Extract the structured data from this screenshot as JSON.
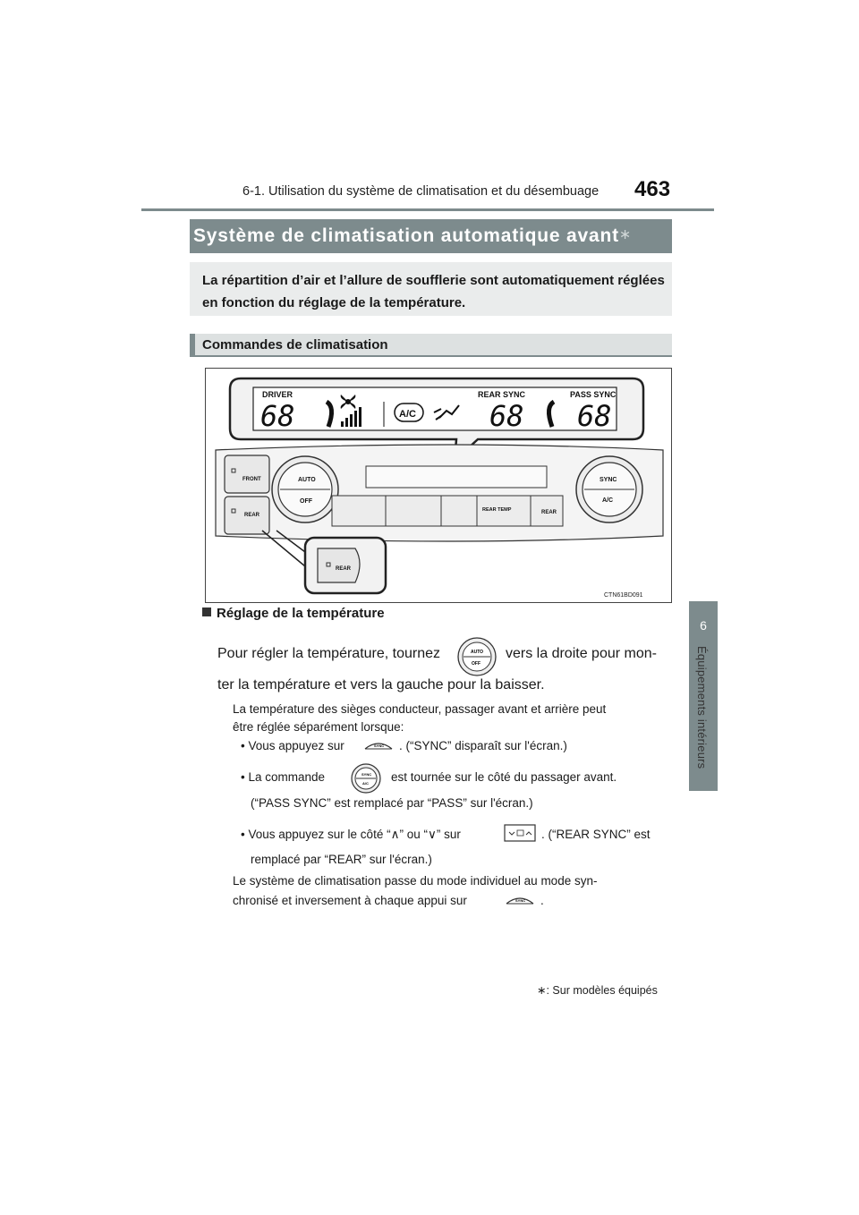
{
  "header": {
    "section": "6-1. Utilisation du système de climatisation et du désembuage",
    "page_number": "463"
  },
  "side_tab": {
    "number": "6",
    "label": "Équipements intérieurs"
  },
  "title": {
    "text": "Système de climatisation automatique avant",
    "mark": "∗"
  },
  "intro": "La répartition d’air et l’allure de soufflerie sont automatiquement réglées en fonction du réglage de la température.",
  "subsection": "Commandes de climatisation",
  "figure": {
    "code": "CTN61BD091",
    "display": {
      "driver": "DRIVER",
      "rear_sync": "REAR SYNC",
      "pass_sync": "PASS SYNC",
      "driver_temp": "68",
      "rear_temp": "68",
      "pass_temp": "68",
      "ac": "A/C"
    },
    "labels": {
      "front": "FRONT",
      "rear": "REAR",
      "auto": "AUTO",
      "off": "OFF",
      "sync": "SYNC",
      "ac": "A/C",
      "rear_temp": "REAR TEMP",
      "rear_btn": "REAR"
    }
  },
  "temp": {
    "heading": "Réglage de la température",
    "line1_a": "Pour régler la température, tournez",
    "line1_b": "vers la droite pour mon-",
    "line2": "ter la température et vers la gauche pour la baisser.",
    "note1": "La température des sièges conducteur, passager avant et arrière peut",
    "note2": "être réglée séparément lorsque:",
    "b1_a": "• Vous appuyez sur",
    "b1_b": ". (“SYNC” disparaît sur l'écran.)",
    "b2_a": "• La commande",
    "b2_b": "est tournée sur le côté du passager avant.",
    "b2_c": "(“PASS SYNC” est remplacé par “PASS” sur l'écran.)",
    "b3_a": "• Vous appuyez sur le côté “∧” ou “∨” sur",
    "b3_b": ". (“REAR SYNC” est",
    "b3_c": "remplacé par “REAR” sur l'écran.)",
    "p1": "Le système de climatisation passe du mode individuel au mode syn-",
    "p2_a": "chronisé et inversement à chaque appui sur",
    "p2_b": "."
  },
  "footnote": "∗: Sur modèles équipés",
  "inline_icons": {
    "sync": "SYNC",
    "auto": "AUTO",
    "off": "OFF",
    "ac": "A/C"
  }
}
